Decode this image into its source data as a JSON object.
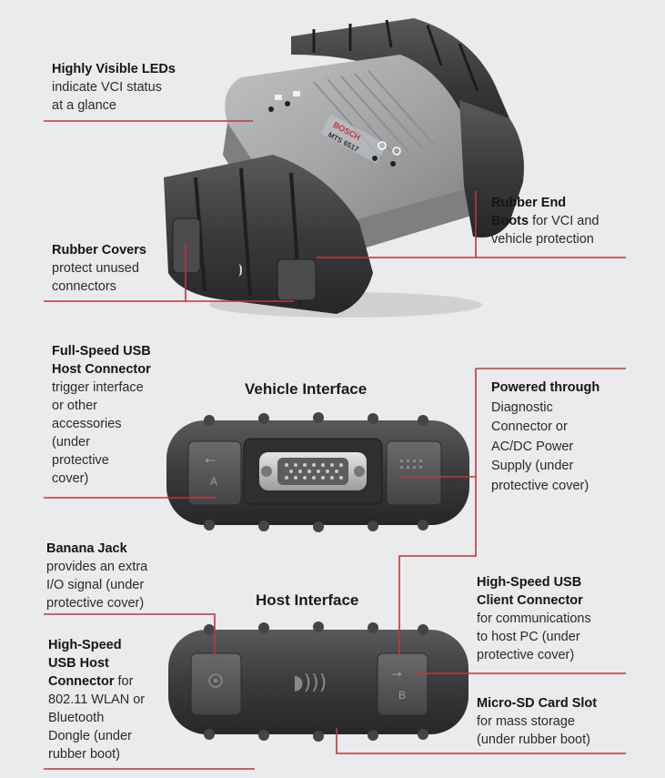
{
  "headings": {
    "vehicle_interface": "Vehicle Interface",
    "host_interface": "Host Interface"
  },
  "device": {
    "brand": "BOSCH",
    "model": "MTS 6517",
    "port_a_label": "A",
    "port_b_label": "B"
  },
  "callouts": {
    "leds": {
      "title": "Highly Visible LEDs",
      "lines": [
        "indicate VCI status",
        "at a glance"
      ]
    },
    "rubber_covers": {
      "title": "Rubber Covers",
      "lines": [
        "protect unused",
        "connectors"
      ]
    },
    "rubber_end_boots": {
      "title_line1": "Rubber End",
      "title_line2": "Boots",
      "line2_rest": " for VCI and",
      "line3": "vehicle protection"
    },
    "full_speed_usb": {
      "title_line1": "Full-Speed USB",
      "title_line2": "Host Connector",
      "lines": [
        "trigger interface",
        "or other",
        "accessories",
        "(under",
        "protective",
        "cover)"
      ]
    },
    "powered_through": {
      "title": "Powered through",
      "lines": [
        "Diagnostic",
        "Connector or",
        "AC/DC Power",
        "Supply (under",
        "protective cover)"
      ]
    },
    "banana_jack": {
      "title": "Banana Jack",
      "lines": [
        "provides an extra",
        "I/O signal (under",
        "protective cover)"
      ]
    },
    "high_speed_usb_client": {
      "title_line1": "High-Speed USB",
      "title_line2": "Client Connector",
      "lines": [
        "for communications",
        "to host PC (under",
        "protective cover)"
      ]
    },
    "high_speed_usb_host": {
      "title_line1": "High-Speed",
      "title_line2": "USB Host",
      "title_line3": "Connector",
      "line3_rest": " for",
      "lines": [
        "802.11 WLAN or",
        "Bluetooth",
        "Dongle (under",
        "rubber boot)"
      ]
    },
    "micro_sd": {
      "title": "Micro-SD Card Slot",
      "lines": [
        "for mass storage",
        "(under rubber boot)"
      ]
    }
  },
  "colors": {
    "leader": "#c0353a",
    "background": "#e9ebed",
    "rubber": "#3a3a3c",
    "housing": "#9a9c9e"
  }
}
